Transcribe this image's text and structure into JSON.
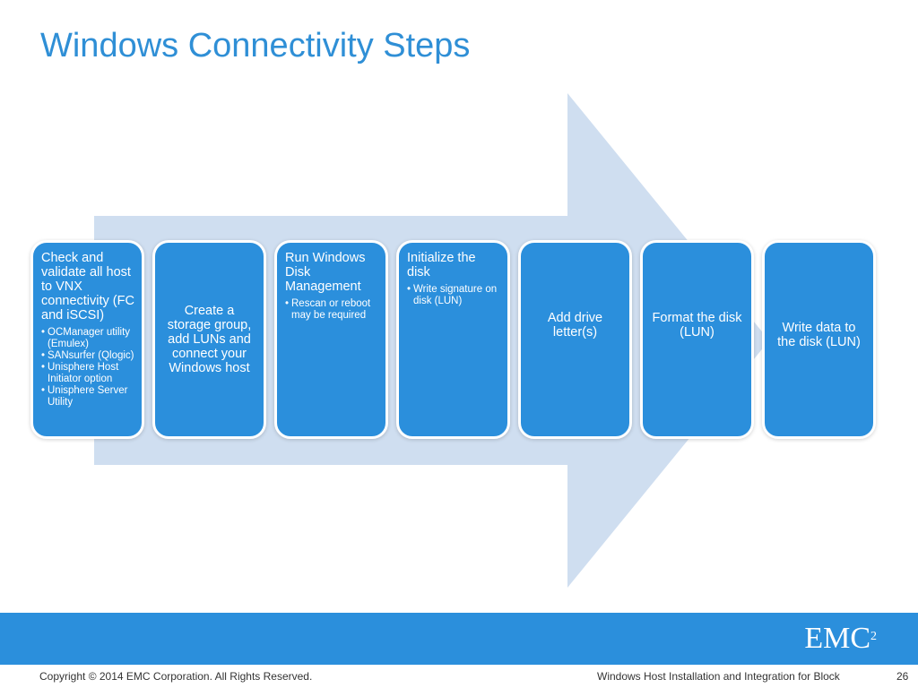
{
  "slide": {
    "title": "Windows Connectivity Steps",
    "page_number": "26",
    "footer_left": "Copyright © 2014 EMC Corporation. All Rights Reserved.",
    "footer_right": "Windows Host Installation and Integration for Block",
    "logo": "EMC",
    "logo_sup": "2"
  },
  "colors": {
    "accent": "#2b8fdc",
    "title": "#2f8fd6",
    "arrow": "#cfdef0"
  },
  "steps": [
    {
      "heading": "Check and validate all host to VNX connectivity (FC and iSCSI)",
      "bullets": [
        "OCManager utility (Emulex)",
        "SANsurfer (Qlogic)",
        "Unisphere Host Initiator option",
        "Unisphere Server Utility"
      ]
    },
    {
      "heading": "Create a storage group, add LUNs and connect your Windows host"
    },
    {
      "heading": "Run Windows Disk Management",
      "bullets": [
        "Rescan or reboot may be required"
      ]
    },
    {
      "heading": "Initialize the disk",
      "bullets": [
        "Write signature on disk (LUN)"
      ]
    },
    {
      "heading": "Add drive letter(s)"
    },
    {
      "heading": "Format the disk (LUN)"
    },
    {
      "heading": "Write data to the disk (LUN)"
    }
  ]
}
